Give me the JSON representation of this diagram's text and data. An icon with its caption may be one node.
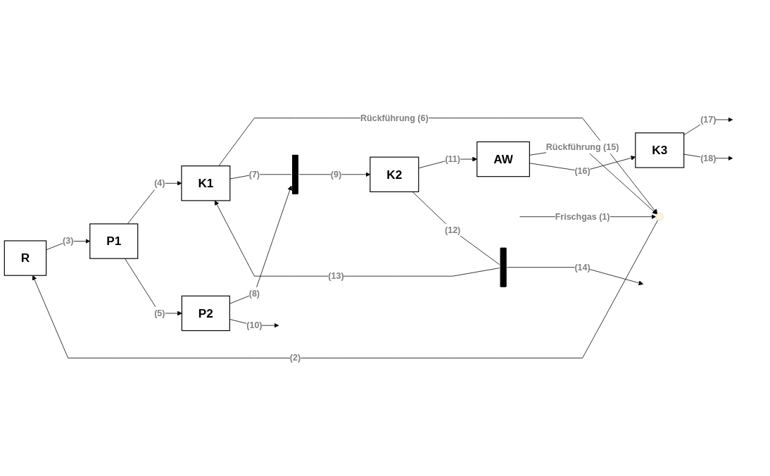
{
  "diagram": {
    "nodes": [
      {
        "text": [
          "R"
        ]
      },
      {
        "text": [
          "P1"
        ]
      },
      {
        "text": [
          "K1"
        ]
      },
      {
        "text": [
          "P2"
        ]
      },
      {
        "text": [
          "K2"
        ]
      },
      {
        "text": [
          "AW"
        ]
      },
      {
        "text": [
          "K3"
        ]
      },
      {
        "text": [],
        "shape": "cross"
      },
      {
        "text": [],
        "shape": "bar"
      },
      {
        "text": [],
        "shape": "bar"
      }
    ],
    "edges": [
      {
        "from": null,
        "to": 7,
        "arrow": "to",
        "label": "Frischgas (1)"
      },
      {
        "from": 7,
        "to": 0,
        "arrow": "to",
        "label": "(2)"
      },
      {
        "from": 0,
        "to": 1,
        "arrow": "to",
        "label": "(3)"
      },
      {
        "from": 1,
        "to": 2,
        "arrow": "to",
        "label": "(4)"
      },
      {
        "from": 1,
        "to": 3,
        "arrow": "to",
        "label": "(5)"
      },
      {
        "from": 2,
        "to": 7,
        "arrow": "to",
        "label": "Rückführung (6)"
      },
      {
        "from": 2,
        "to": 8,
        "arrow": "none",
        "label": "(7)"
      },
      {
        "from": 3,
        "to": 8,
        "arrow": "to",
        "label": "(8)"
      },
      {
        "from": 8,
        "to": 4,
        "arrow": "to",
        "label": "(9)"
      },
      {
        "from": 3,
        "to": null,
        "arrow": "to",
        "label": "(10)"
      },
      {
        "from": 4,
        "to": 5,
        "arrow": "to",
        "label": "(11)"
      },
      {
        "from": 4,
        "to": 9,
        "arrow": "none",
        "label": "(12)"
      },
      {
        "from": 9,
        "to": 2,
        "arrow": "to",
        "label": "(13)"
      },
      {
        "from": 9,
        "to": null,
        "arrow": "to",
        "label": "(14)"
      },
      {
        "from": 5,
        "to": 7,
        "arrow": "to",
        "label": "Rückführung (15)"
      },
      {
        "from": 5,
        "to": 6,
        "arrow": "to",
        "label": "(16)"
      },
      {
        "from": 6,
        "to": null,
        "arrow": "to",
        "label": "(17)"
      },
      {
        "from": 6,
        "to": null,
        "arrow": "to",
        "label": "(18)"
      }
    ]
  }
}
